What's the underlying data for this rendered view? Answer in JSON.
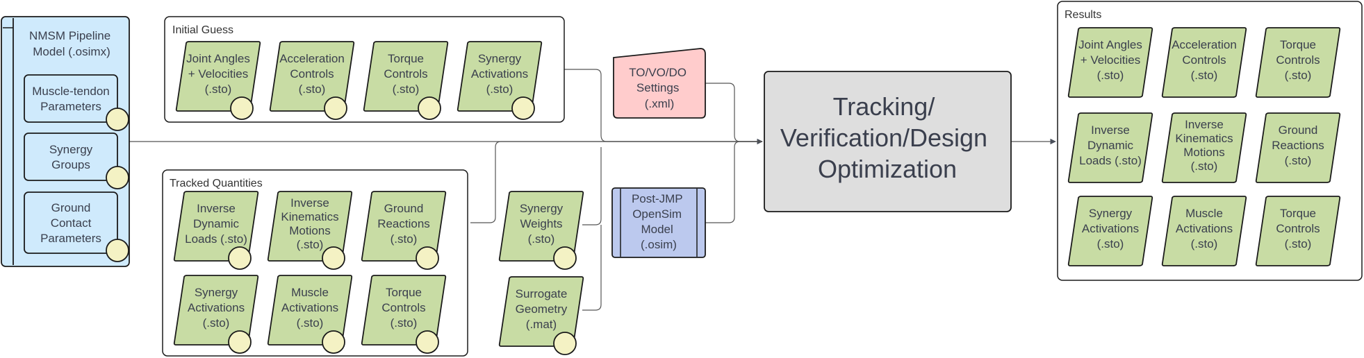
{
  "pipeline_model": {
    "title_lines": [
      "NMSM Pipeline",
      "Model (.osimx)"
    ],
    "items": [
      {
        "lines": [
          "Muscle-tendon",
          "Parameters"
        ]
      },
      {
        "lines": [
          "Synergy",
          "Groups"
        ]
      },
      {
        "lines": [
          "Ground",
          "Contact",
          "Parameters"
        ]
      }
    ]
  },
  "initial_guess": {
    "title": "Initial Guess",
    "items": [
      {
        "lines": [
          "Joint Angles",
          "+ Velocities",
          "(.sto)"
        ]
      },
      {
        "lines": [
          "Acceleration",
          "Controls",
          "(.sto)"
        ]
      },
      {
        "lines": [
          "Torque",
          "Controls",
          "(.sto)"
        ]
      },
      {
        "lines": [
          "Synergy",
          "Activations",
          "(.sto)"
        ]
      }
    ]
  },
  "tracked_quantities": {
    "title": "Tracked Quantities",
    "items": [
      {
        "lines": [
          "Inverse",
          "Dynamic",
          "Loads (.sto)"
        ]
      },
      {
        "lines": [
          "Inverse",
          "Kinematics",
          "Motions",
          "(.sto)"
        ]
      },
      {
        "lines": [
          "Ground",
          "Reactions",
          "(.sto)"
        ]
      },
      {
        "lines": [
          "Synergy",
          "Activations",
          "(.sto)"
        ]
      },
      {
        "lines": [
          "Muscle",
          "Activations",
          "(.sto)"
        ]
      },
      {
        "lines": [
          "Torque",
          "Controls",
          "(.sto)"
        ]
      }
    ]
  },
  "synergy_weights": {
    "lines": [
      "Synergy",
      "Weights",
      "(.sto)"
    ]
  },
  "surrogate_geometry": {
    "lines": [
      "Surrogate",
      "Geometry",
      "(.mat)"
    ]
  },
  "settings": {
    "lines": [
      "TO/VO/DO",
      "Settings",
      "(.xml)"
    ]
  },
  "post_jmp_model": {
    "lines": [
      "Post-JMP",
      "OpenSim",
      "Model",
      "(.osim)"
    ]
  },
  "optimization": {
    "lines": [
      "Tracking/",
      "Verification/Design",
      "Optimization"
    ]
  },
  "results": {
    "title": "Results",
    "items": [
      {
        "lines": [
          "Joint Angles",
          "+ Velocities",
          "(.sto)"
        ]
      },
      {
        "lines": [
          "Acceleration",
          "Controls",
          "(.sto)"
        ]
      },
      {
        "lines": [
          "Torque",
          "Controls",
          "(.sto)"
        ]
      },
      {
        "lines": [
          "Inverse",
          "Dynamic",
          "Loads (.sto)"
        ]
      },
      {
        "lines": [
          "Inverse",
          "Kinematics",
          "Motions",
          "(.sto)"
        ]
      },
      {
        "lines": [
          "Ground",
          "Reactions",
          "(.sto)"
        ]
      },
      {
        "lines": [
          "Synergy",
          "Activations",
          "(.sto)"
        ]
      },
      {
        "lines": [
          "Muscle",
          "Activations",
          "(.sto)"
        ]
      },
      {
        "lines": [
          "Torque",
          "Controls",
          "(.sto)"
        ]
      }
    ]
  },
  "colors": {
    "file_fill": "#c8dca4",
    "file_stroke": "#1a1a1a",
    "circle_fill": "#f4f2c4",
    "model_fill": "#cfeafc",
    "settings_fill": "#ffcccc",
    "osim_fill": "#bcc9ee",
    "optimization_fill": "#dedede",
    "connector": "#555555"
  }
}
